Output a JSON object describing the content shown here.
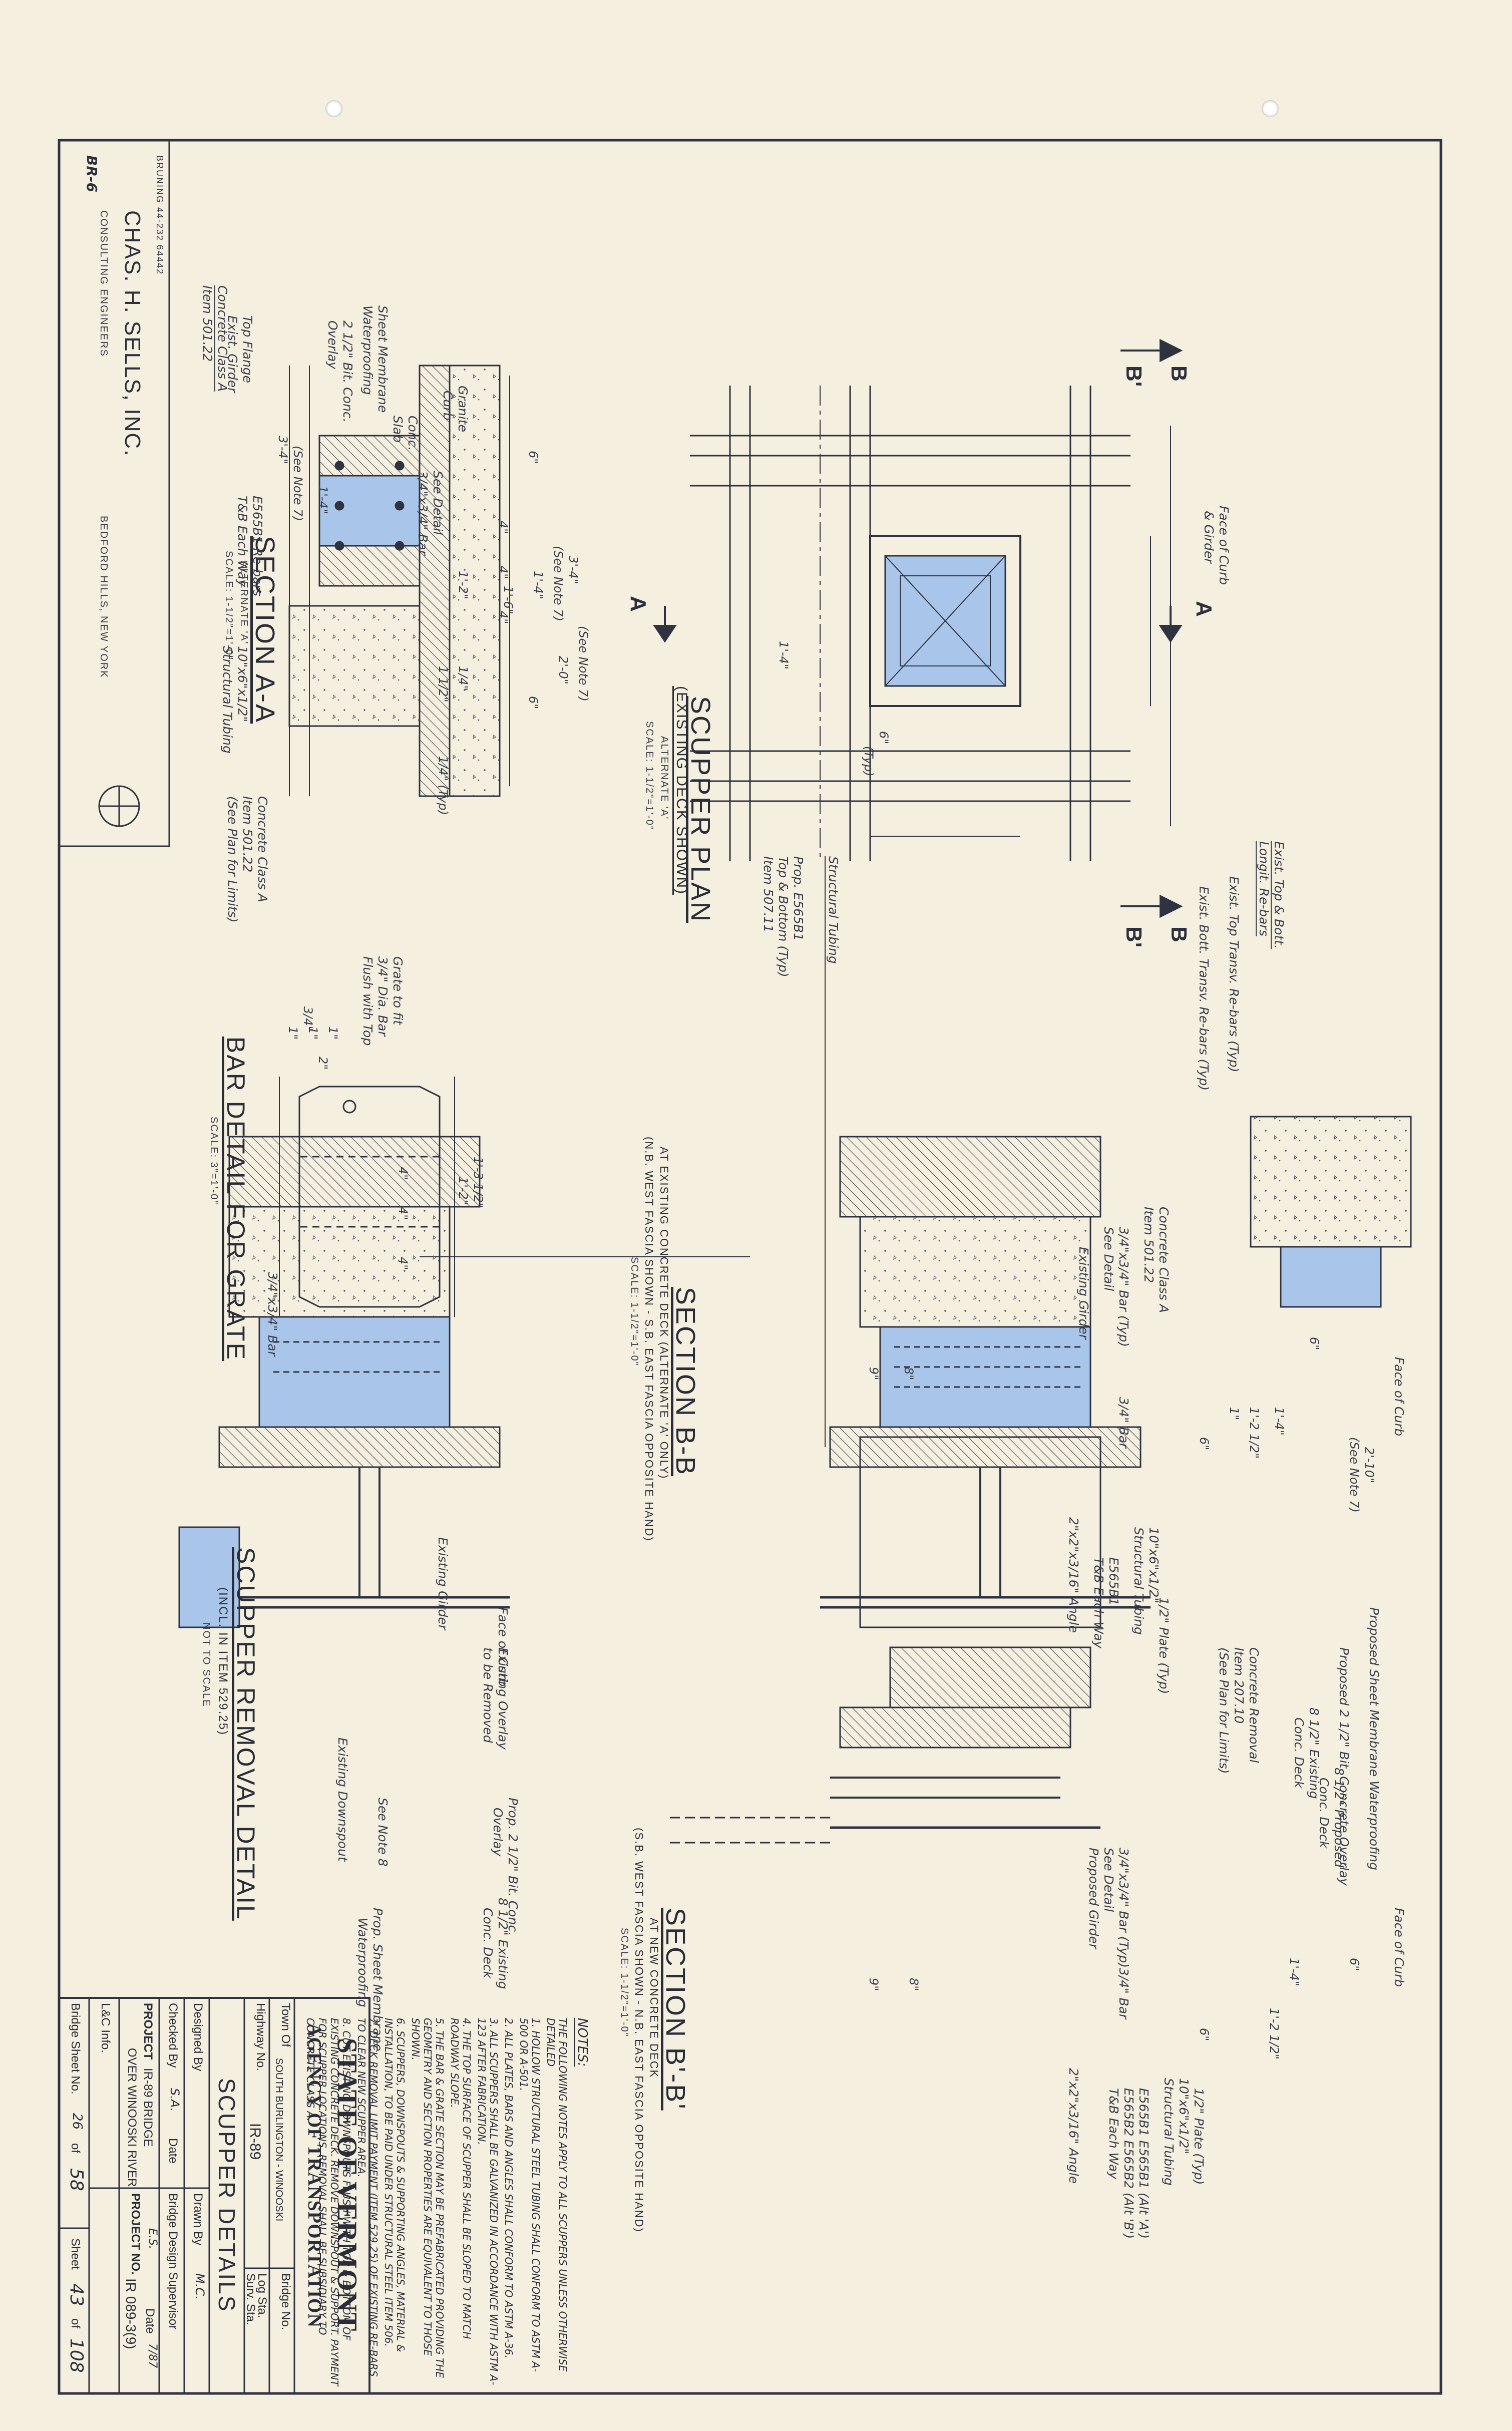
{
  "sheet": {
    "paper_color": "#f4efdf",
    "line_color": "#2f3240",
    "highlight_color": "#8fb3e0",
    "vendor_mark": "BRUNING 44-232 64442",
    "sheet_code": "BR-6"
  },
  "firm": {
    "name": "CHAS. H. SELLS, INC.",
    "subtitle": "CONSULTING ENGINEERS",
    "location": "BEDFORD HILLS, NEW YORK"
  },
  "views": {
    "scupper_plan": {
      "title": "SCUPPER PLAN",
      "subtitle": "(EXISTING DECK SHOWN)",
      "alternate": "ALTERNATE 'A'",
      "scale": "SCALE: 1-1/2\"=1'-0\"",
      "labels": {
        "concrete": "Concrete Class A",
        "concrete_item": "Item 501.22",
        "face_of_curb": "Face of Curb",
        "girder": "& Girder",
        "exist_top_bott": "Exist. Top & Bott.",
        "longit_rebars": "Longit. Re-bars",
        "exist_top_transv": "Exist. Top Transv. Re-bars (Typ)",
        "exist_bott_transv": "Exist. Bott. Transv. Re-bars (Typ)",
        "structural_tubing": "Structural Tubing",
        "prop_rebars": "Prop. E565B1",
        "prop_rebars_2": "Top & Bottom (Typ)",
        "prop_rebars_item": "Item 507.11",
        "see_note_7a": "(See Note 7)",
        "see_note_7b": "(See Note 7)",
        "typ": "(Typ)"
      },
      "dims": [
        "3'-4\"",
        "1'-4\"",
        "1'-4\"",
        "2'-0\"",
        "6\"",
        "1'-6\""
      ],
      "markers": {
        "b": "B",
        "b_prime": "B'",
        "a": "A"
      }
    },
    "section_aa": {
      "title": "SECTION A-A",
      "alternate": "ALTERNATE 'A'",
      "scale": "SCALE: 1-1/2\"=1'-0\"",
      "labels": {
        "sheet_membrane": "Sheet Membrane",
        "waterproofing": "Waterproofing",
        "bit_conc": "2 1/2\" Bit. Conc.",
        "overlay": "Overlay",
        "granite_curb": "Granite",
        "curb": "Curb",
        "conc_slab": "Conc.",
        "slab": "Slab",
        "top_flange": "Top Flange",
        "exist_girder": "Exist. Girder",
        "rebars": "E565B1 Re-bars",
        "each_way": "T&B Each Way",
        "structural_tubing": "Structural Tubing",
        "tubing_size": "10\"x6\"x1/2\"",
        "concrete_class": "Concrete Class A",
        "concrete_item": "Item 501.22",
        "see_plan": "(See Plan for Limits)",
        "see_note_7": "(See Note 7)",
        "see_detail": "See Detail",
        "bar": "3/4\"x3/4\" Bar",
        "typ": "1/4\" (Typ)"
      },
      "dims": [
        "3'-4\"",
        "6\"",
        "1'-4\"",
        "4\"",
        "4\"",
        "4\"",
        "6\"",
        "1'-2\"",
        "1/4\"",
        "1 1/2\""
      ]
    },
    "bar_detail": {
      "title": "BAR DETAIL FOR GRATE",
      "scale": "SCALE: 3\"=1'-0\"",
      "labels": {
        "grate_note_1": "Grate to fit",
        "grate_note_2": "3/4\" Dia. Bar",
        "grate_note_3": "Flush with Top",
        "bar": "3/4\"x3/4\" Bar"
      },
      "dims": [
        "3/4\"",
        "1\"",
        "1\"",
        "1\"",
        "2\"",
        "4\"",
        "4\"",
        "4\"",
        "1'-2\"",
        "1'-3 1/2\""
      ]
    },
    "section_bb": {
      "title": "SECTION B-B",
      "subtitle_1": "AT EXISTING CONCRETE DECK (ALTERNATE 'A' ONLY)",
      "subtitle_2": "(N.B. WEST FASCIA SHOWN - S.B. EAST FASCIA OPPOSITE HAND)",
      "scale": "SCALE: 1-1/2\"=1'-0\"",
      "labels": {
        "face_of_curb": "Face of Curb",
        "see_note_7": "(See Note 7)",
        "proposed_membrane": "Proposed Sheet Membrane Waterproofing",
        "proposed_overlay": "Proposed 2 1/2\" Bit. Concrete Overlay",
        "existing_deck": "8 1/2\" Existing",
        "conc_deck": "Conc. Deck",
        "proposed_deck": "8 1/2\" Proposed",
        "prop_conc_deck": "Conc. Deck",
        "concrete_removal": "Concrete Removal",
        "removal_item": "Item 207.10",
        "see_plan": "(See Plan for Limits)",
        "structural_tubing": "Structural Tubing",
        "tubing_size": "10\"x6\"x1/2\"",
        "rebars": "E565B1",
        "each_way": "T&B Each Way",
        "plate": "1/2\" Plate (Typ)",
        "concrete_class": "Concrete Class A",
        "concrete_item": "Item 501.22",
        "bar_typ": "3/4\"x3/4\" Bar (Typ)",
        "see_detail": "See Detail",
        "bar": "3/4\" Bar",
        "existing_girder": "Existing Girder",
        "angle": "2\"x2\"x3/16\" Angle"
      },
      "dims": [
        "2'-10\"",
        "6\"",
        "1'-4\"",
        "1'-2 1/2\"",
        "9\"",
        "8\"",
        "6\"",
        "1\""
      ]
    },
    "section_bb_prime": {
      "title": "SECTION B'-B'",
      "subtitle_1": "AT NEW CONCRETE DECK",
      "subtitle_2": "(S.B. WEST FASCIA SHOWN - N.B. EAST FASCIA OPPOSITE HAND)",
      "scale": "SCALE: 1-1/2\"=1'-0\"",
      "labels": {
        "face_of_curb": "Face of Curb",
        "proposed_girder": "Proposed Girder",
        "structural_tubing": "Structural Tubing",
        "tubing_size": "10\"x6\"x1/2\"",
        "rebars_1": "E565B1 E565B1 (Alt 'A')",
        "rebars_2": "E565B2 E565B2 (Alt 'B')",
        "each_way": "T&B Each Way",
        "plate": "1/2\" Plate (Typ)",
        "bar_typ": "3/4\"x3/4\" Bar (Typ)",
        "see_detail": "See Detail",
        "bar": "3/4\" Bar",
        "angle": "2\"x2\"x3/16\" Angle"
      },
      "dims": [
        "1'-4\"",
        "6\"",
        "1'-2 1/2\"",
        "9\"",
        "8\"",
        "6\""
      ]
    },
    "removal_detail": {
      "title": "SCUPPER REMOVAL DETAIL",
      "subtitle": "(INCL. IN ITEM 529.25)",
      "scale": "NOT TO SCALE",
      "labels": {
        "existing_girder": "Existing Girder",
        "face_of_curb": "Face of Curb",
        "existing_overlay": "Existing Overlay",
        "to_be_removed": "to be Removed",
        "prop_overlay": "Prop. 2 1/2\" Bit. Conc.",
        "overlay": "Overlay",
        "existing_deck": "8 1/2\" Existing",
        "conc_deck": "Conc. Deck",
        "sheet_membrane": "Prop. Sheet Membrane",
        "waterproofing": "Waterproofing",
        "downspout": "Existing Downspout",
        "see_note_8": "See Note 8"
      }
    }
  },
  "notes": {
    "heading": "NOTES:",
    "items": [
      "THE FOLLOWING NOTES APPLY TO ALL SCUPPERS UNLESS OTHERWISE DETAILED",
      "1. HOLLOW STRUCTURAL STEEL TUBING SHALL CONFORM TO ASTM A-500 OR A-501.",
      "2. ALL PLATES, BARS AND ANGLES SHALL CONFORM TO ASTM A-36.",
      "3. ALL SCUPPERS SHALL BE GALVANIZED IN ACCORDANCE WITH ASTM A-123 AFTER FABRICATION.",
      "4. THE TOP SURFACE OF SCUPPER SHALL BE SLOPED TO MATCH ROADWAY SLOPE.",
      "5. THE BAR & GRATE SECTION MAY BE PREFABRICATED PROVIDING THE GEOMETRY AND SECTION PROPERTIES ARE EQUIVALENT TO THOSE SHOWN.",
      "6. SCUPPERS, DOWNSPOUTS & SUPPORTING ANGLES, MATERIAL & INSTALLATION, TO BE PAID UNDER STRUCTURAL STEEL ITEM 506.",
      "7. DECK REMOVAL LIMIT PAYMENT (ITEM 529.25) OF EXISTING RE-BARS TO CLEAR NEW SCUPPER AREA.",
      "8. CUT EXISTING DOWNSPOUTS FLUSH WITH TOP & BOTTOM OF EXISTING CONCRETE DECK. REMOVE DOWNSPOUT & SUPPORT. PAYMENT FOR SCUPPER LOCATIONS, REMOVAL SHALL BE SUBSIDIARY TO CONCRETE CLASS A."
    ]
  },
  "title_block": {
    "state": "STATE OF VERMONT",
    "agency": "AGENCY OF TRANSPORTATION",
    "town_label": "Town Of",
    "town_value": "SOUTH BURLINGTON - WINOOSKI",
    "bridge_no_label": "Bridge No.",
    "highway_label": "Highway No.",
    "highway_value": "IR-89",
    "log_sta_label": "Log Sta.",
    "surv_sta_label": "Surv. Sta.",
    "drawing_title": "SCUPPER DETAILS",
    "designed_by_label": "Designed By",
    "drawn_by_label": "Drawn By",
    "drawn_by_value": "M.C.",
    "checked_by_label": "Checked By",
    "checked_by_value": "S.A.",
    "date_label": "Date",
    "supervisor_label": "Bridge Design Supervisor",
    "supervisor_value": "E.S.",
    "date_2_label": "Date",
    "date_2_value": "7/87",
    "project_label": "PROJECT",
    "project_value_1": "IR-89 BRIDGE",
    "project_value_2": "OVER WINOOSKI RIVER",
    "project_no_label": "PROJECT NO.",
    "project_no_value": "IR 089-3(9)",
    "lc_info_label": "L&C Info.",
    "bridge_sheet_label": "Bridge Sheet No.",
    "bridge_sheet_no": "26",
    "bridge_sheet_of": "of",
    "bridge_sheet_total": "58",
    "sheet_label": "Sheet",
    "sheet_no": "43",
    "sheet_of": "of",
    "sheet_total": "108"
  }
}
